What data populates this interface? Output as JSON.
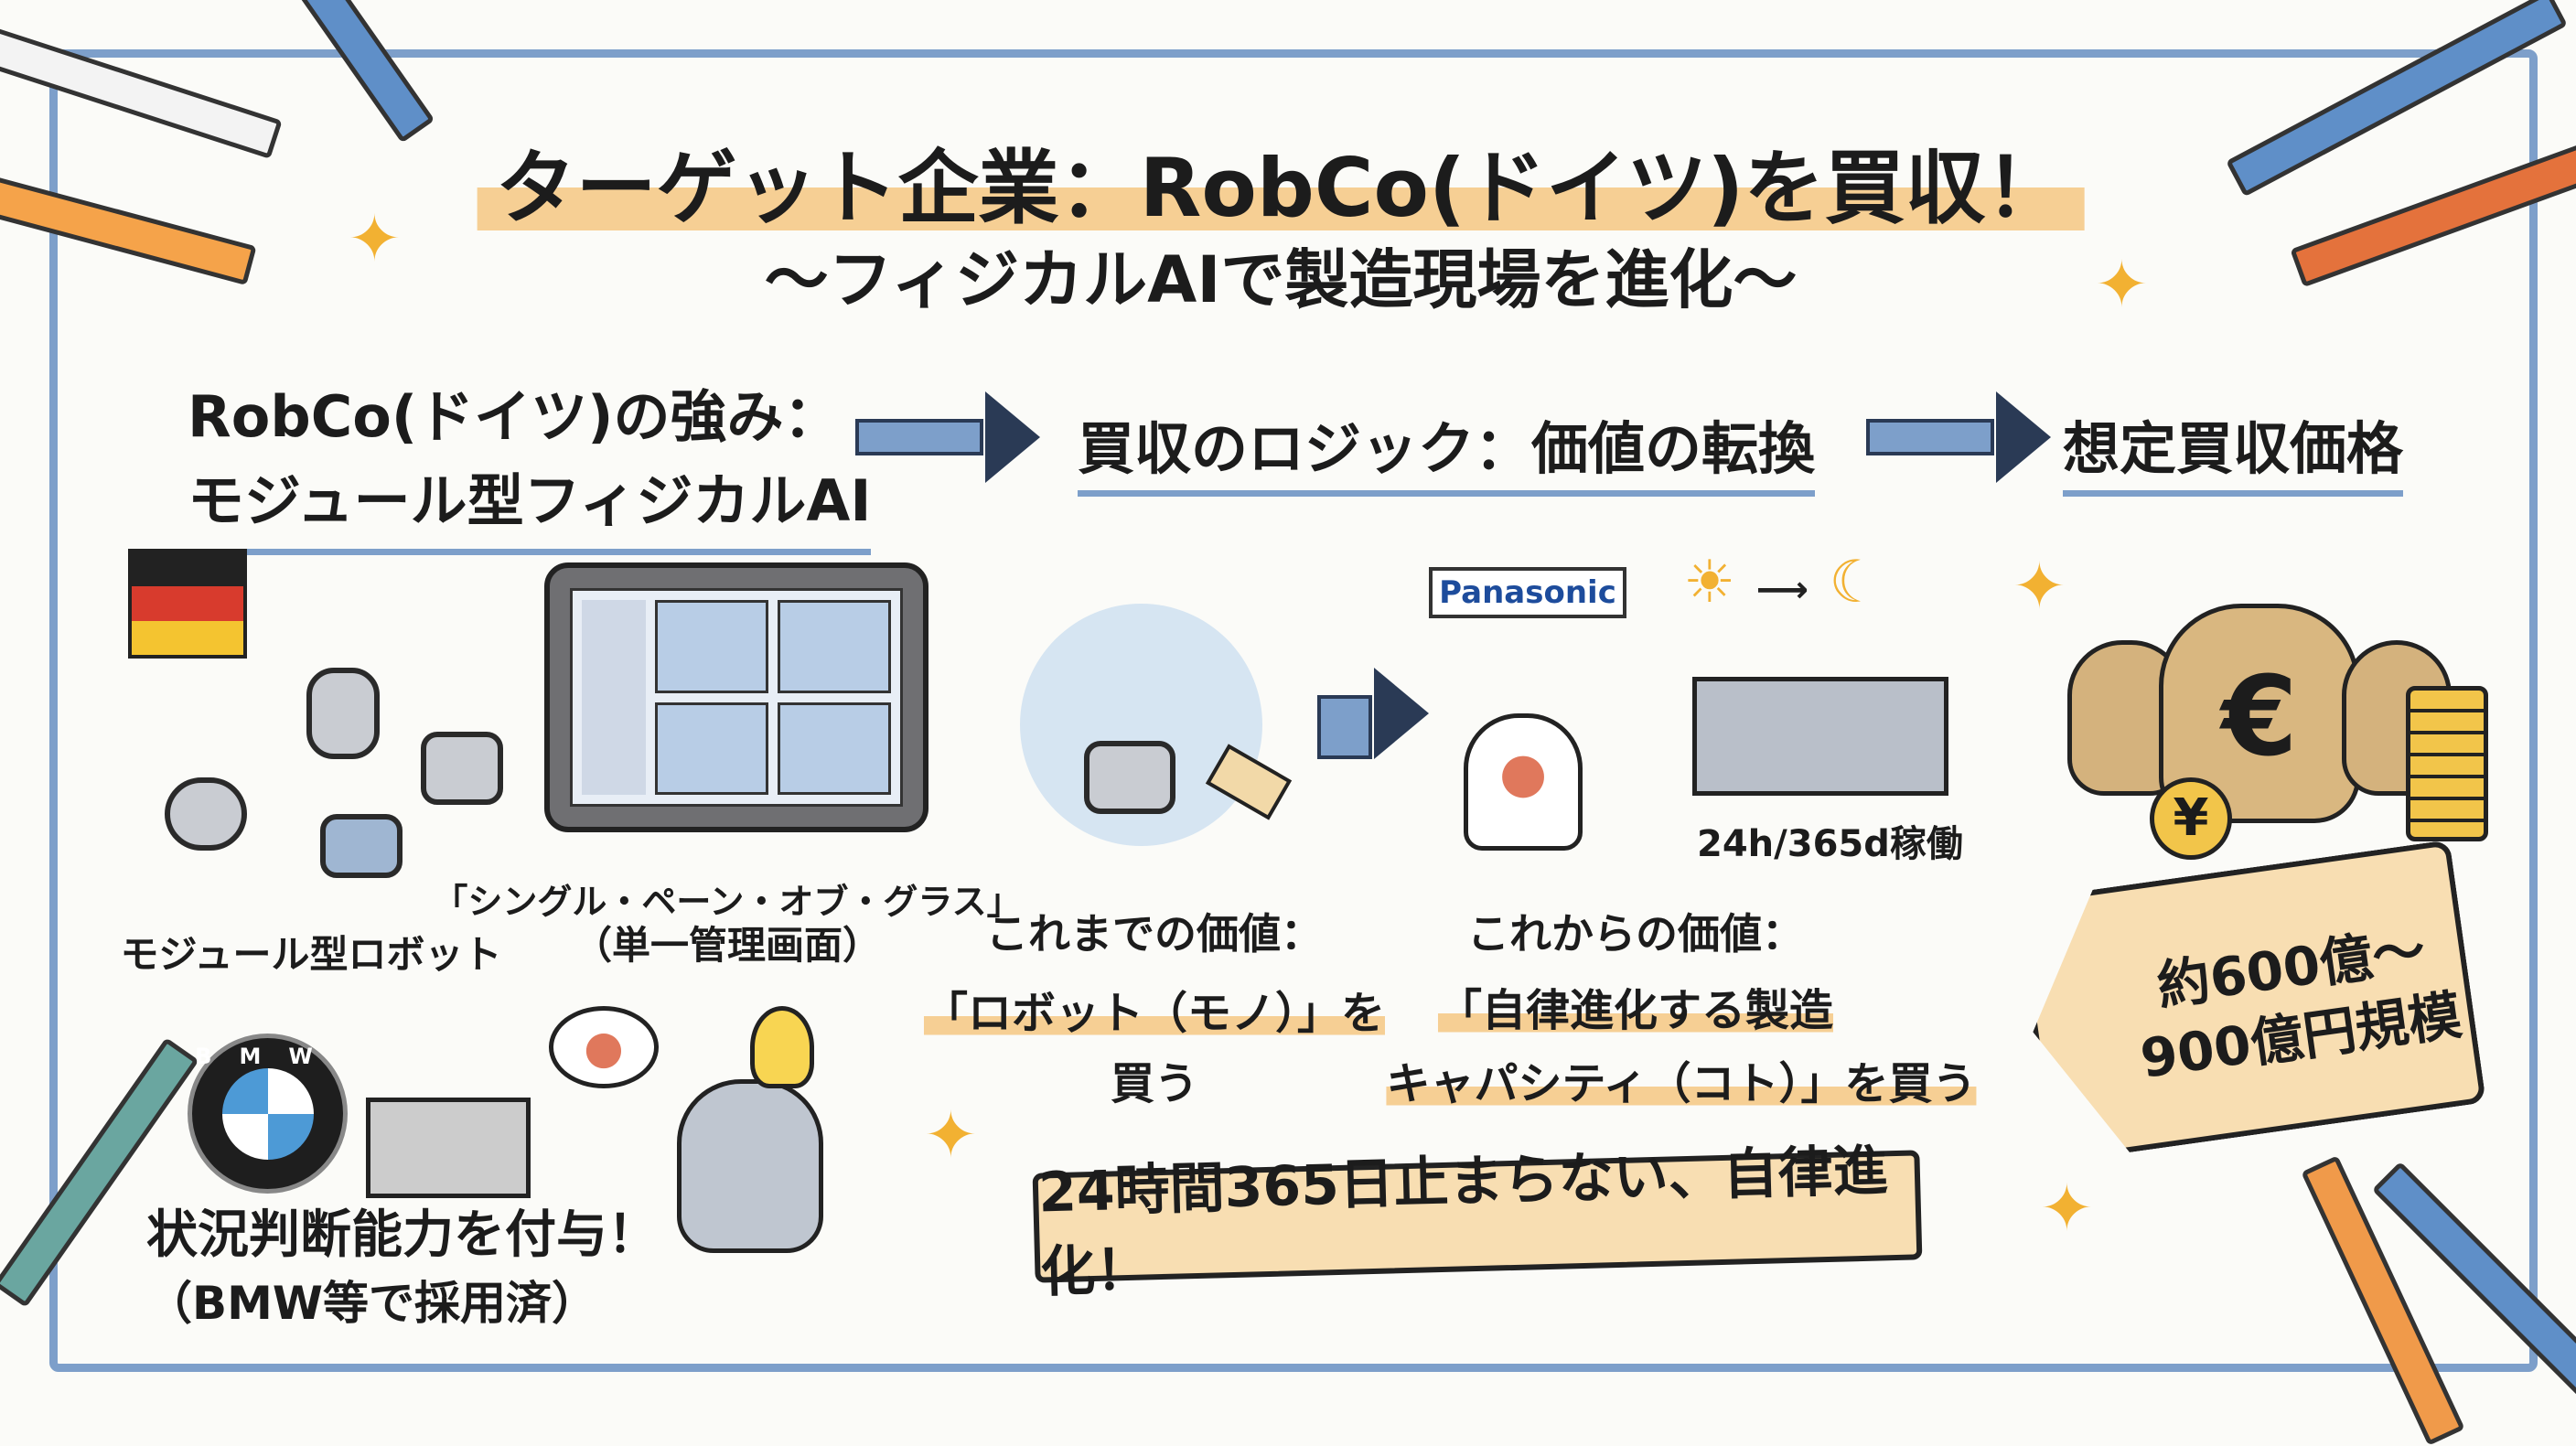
{
  "title": "ターゲット企業：RobCo(ドイツ)を買収！",
  "subtitle": "〜フィジカルAIで製造現場を進化〜",
  "sections": {
    "strengths": {
      "line1": "RobCo(ドイツ)の強み：",
      "line2": "モジュール型フィジカルAI"
    },
    "logic": "買収のロジック：価値の転換",
    "price": "想定買収価格"
  },
  "strengths": {
    "modular_robot_label": "モジュール型ロボット",
    "single_pane_label": "「シングル・ペーン・オブ・グラス」",
    "single_pane_sub": "（単一管理画面）",
    "judgment_label": "状況判断能力を付与！",
    "judgment_sub": "（BMW等で採用済）",
    "bmw_logo": "BMW"
  },
  "logic": {
    "before_heading": "これまでの価値：",
    "before_line1": "「ロボット（モノ）」を",
    "before_line2": "買う",
    "after_heading": "これからの価値：",
    "after_line1": "「自律進化する製造",
    "after_line2": "キャパシティ（コト）」を買う",
    "panasonic_logo": "Panasonic",
    "operation_label": "24h/365d稼働",
    "banner": "24時間365日止まらない、自律進化！"
  },
  "price": {
    "line1": "約600億〜",
    "line2": "900億円規模",
    "euro": "€",
    "yen": "¥"
  },
  "colors": {
    "frame": "#7d9fca",
    "highlight": "#f6cf94",
    "gold": "#f2b132"
  }
}
